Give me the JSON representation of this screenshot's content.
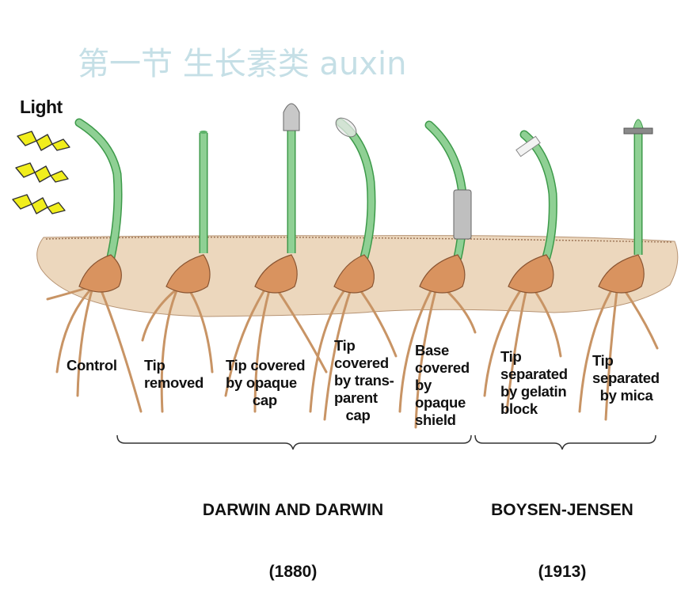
{
  "title": "第一节 生长素类 auxin",
  "light_label": "Light",
  "experiments": [
    {
      "label": "Control"
    },
    {
      "label": "Tip\nremoved"
    },
    {
      "label": "Tip covered\nby opaque\n       cap"
    },
    {
      "label": "Tip\ncovered\nby trans-\nparent\n   cap"
    },
    {
      "label": "Base\ncovered\nby\nopaque\nshield"
    },
    {
      "label": "Tip\nseparated\nby gelatin\nblock"
    },
    {
      "label": "Tip\nseparated\n  by mica"
    }
  ],
  "groups": [
    {
      "name": "DARWIN AND DARWIN",
      "year": "(1880)"
    },
    {
      "name": "BOYSEN-JENSEN",
      "year": "(1913)"
    }
  ],
  "colors": {
    "title": "#c5dfe6",
    "soil": "#ecd7bd",
    "soil_line": "#a07a5c",
    "stem": "#8fd094",
    "stem_outline": "#3d9a4a",
    "seed": "#d9935f",
    "root": "#c89465",
    "light_bolt": "#f1ee1c",
    "opaque_cap": "#c8c8c8",
    "mica": "#8a8a8a"
  }
}
